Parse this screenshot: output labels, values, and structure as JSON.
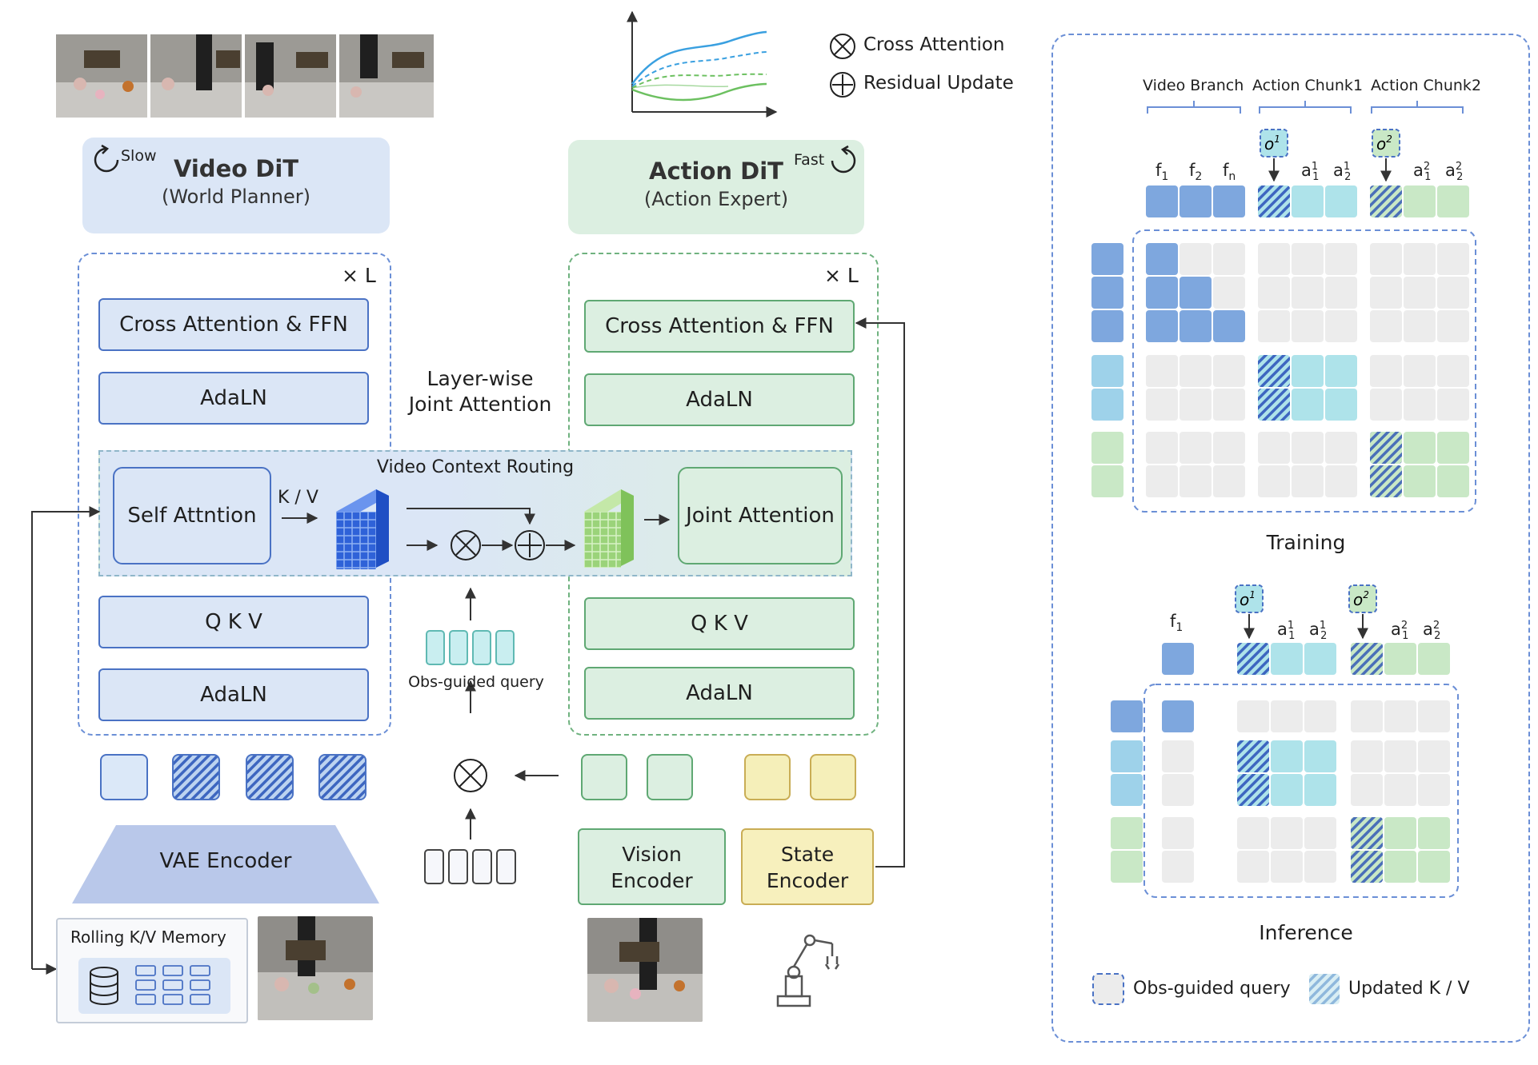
{
  "legend_top": {
    "cross_attention": "Cross Attention",
    "residual_update": "Residual Update"
  },
  "video_dit": {
    "speed": "Slow",
    "title": "Video DiT",
    "subtitle": "(World Planner)",
    "repeat": "× L",
    "cross_ffn": "Cross Attention & FFN",
    "adaln_top": "AdaLN",
    "self_attn": "Self Attntion",
    "qkv": "Q K V",
    "adaln_bottom": "AdaLN"
  },
  "action_dit": {
    "speed": "Fast",
    "title": "Action DiT",
    "subtitle": "(Action Expert)",
    "repeat": "× L",
    "cross_ffn": "Cross Attention & FFN",
    "adaln_top": "AdaLN",
    "joint_attn": "Joint Attention",
    "qkv": "Q K V",
    "adaln_bottom": "AdaLN"
  },
  "middle": {
    "layer_wise_1": "Layer-wise",
    "layer_wise_2": "Joint Attention",
    "routing": "Video Context Routing",
    "kv": "K / V",
    "obs_query": "Obs-guided query"
  },
  "encoders": {
    "vae": "VAE Encoder",
    "vision_1": "Vision",
    "vision_2": "Encoder",
    "state_1": "State",
    "state_2": "Encoder",
    "memory": "Rolling K/V Memory"
  },
  "attention_panel": {
    "groups": [
      "Video Branch",
      "Action Chunk1",
      "Action Chunk2"
    ],
    "tokens": [
      "f1",
      "f2",
      "fn",
      "o1",
      "a11",
      "a21",
      "o2",
      "a12",
      "a22"
    ],
    "training_label": "Training",
    "inference_label": "Inference",
    "legend_obs": "Obs-guided query",
    "legend_updated": "Updated K / V"
  },
  "colors": {
    "video_blue": "#7ea7de",
    "action_cyan": "#aee3ea",
    "action_green": "#c9e8c6",
    "state_yellow": "#f5efb9",
    "grey_cell": "#ececec"
  }
}
